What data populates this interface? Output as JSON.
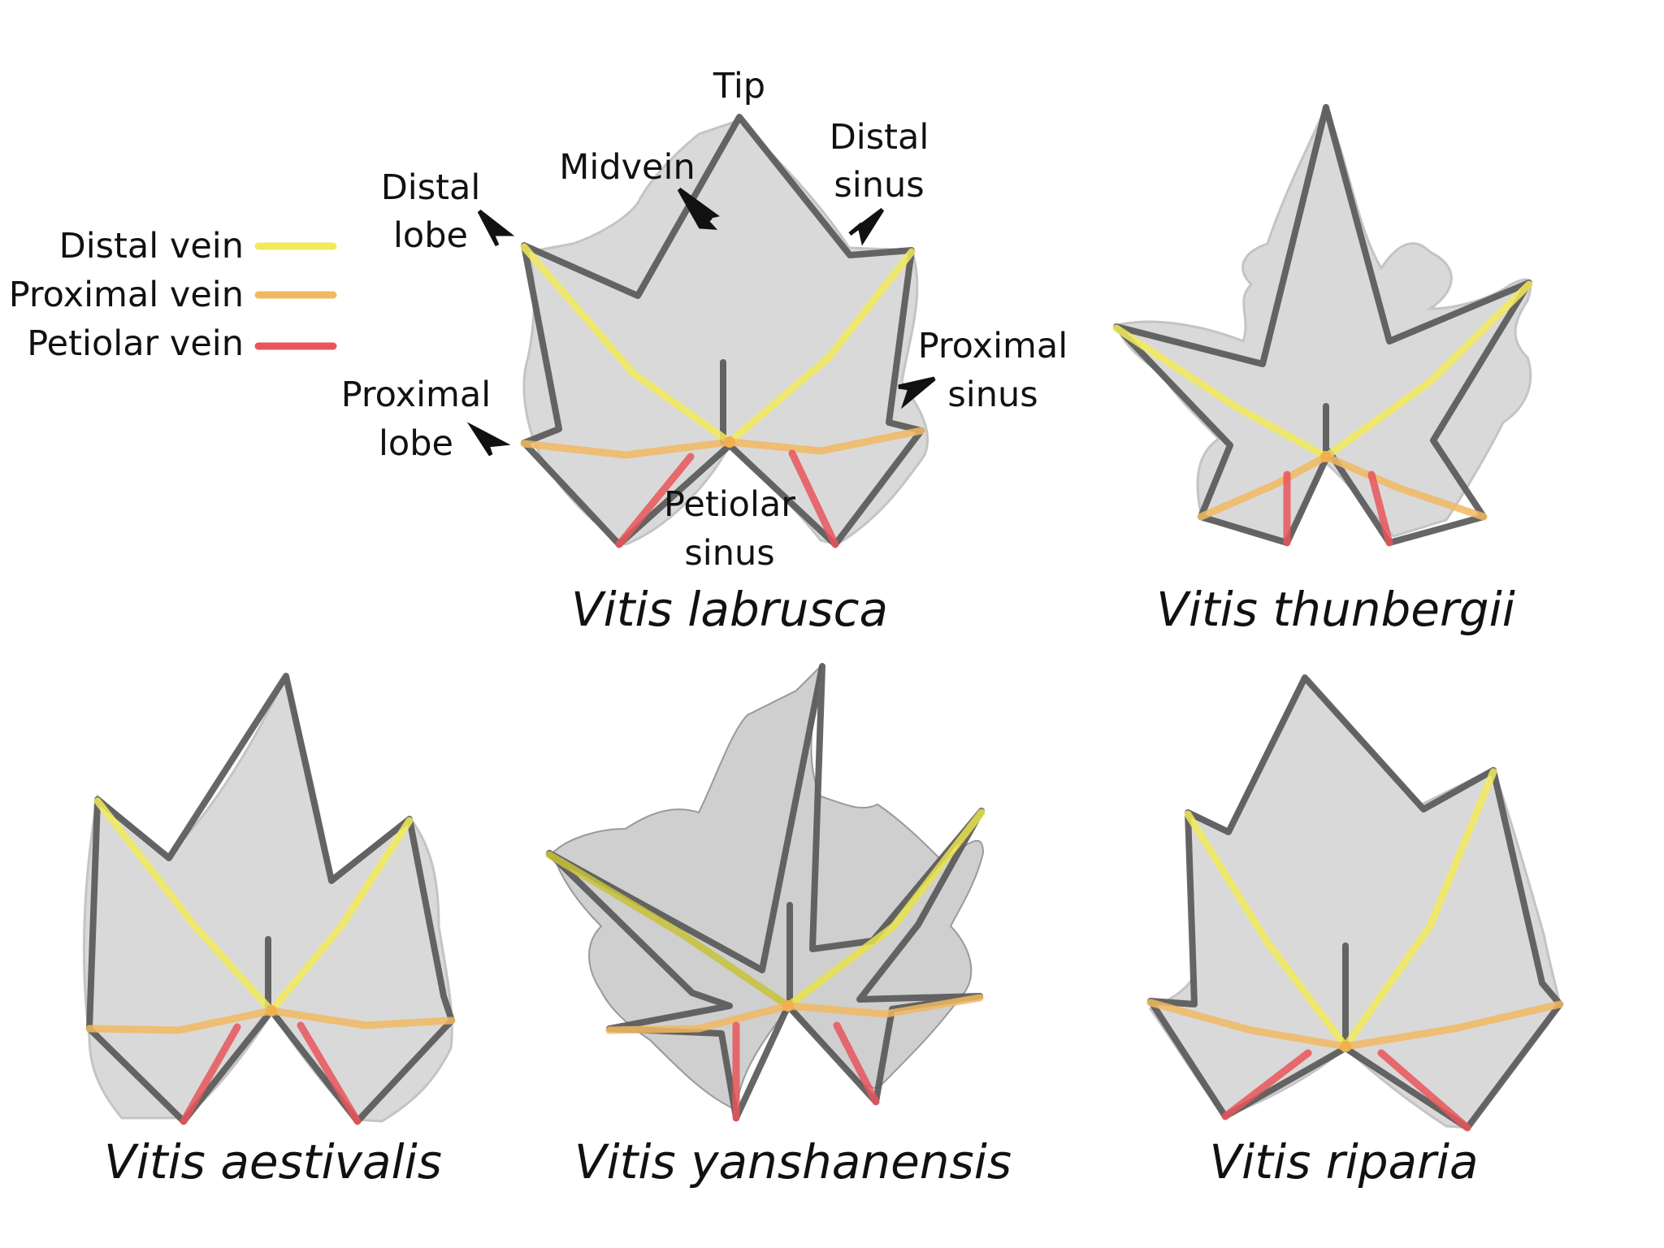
{
  "legend": {
    "items": [
      {
        "label": "Distal vein",
        "color": "#f2ea5a"
      },
      {
        "label": "Proximal vein",
        "color": "#f0b860"
      },
      {
        "label": "Petiolar vein",
        "color": "#e8555a"
      }
    ]
  },
  "annotations": {
    "tip": "Tip",
    "midvein": "Midvein",
    "distal_sinus": [
      "Distal",
      "sinus"
    ],
    "distal_lobe": [
      "Distal",
      "lobe"
    ],
    "proximal_sinus": [
      "Proximal",
      "sinus"
    ],
    "proximal_lobe": [
      "Proximal",
      "lobe"
    ],
    "petiolar_sinus": [
      "Petiolar",
      "sinus"
    ]
  },
  "species": [
    {
      "name": "Vitis labrusca"
    },
    {
      "name": "Vitis thunbergii"
    },
    {
      "name": "Vitis aestivalis"
    },
    {
      "name": "Vitis yanshanensis"
    },
    {
      "name": "Vitis riparia"
    }
  ]
}
